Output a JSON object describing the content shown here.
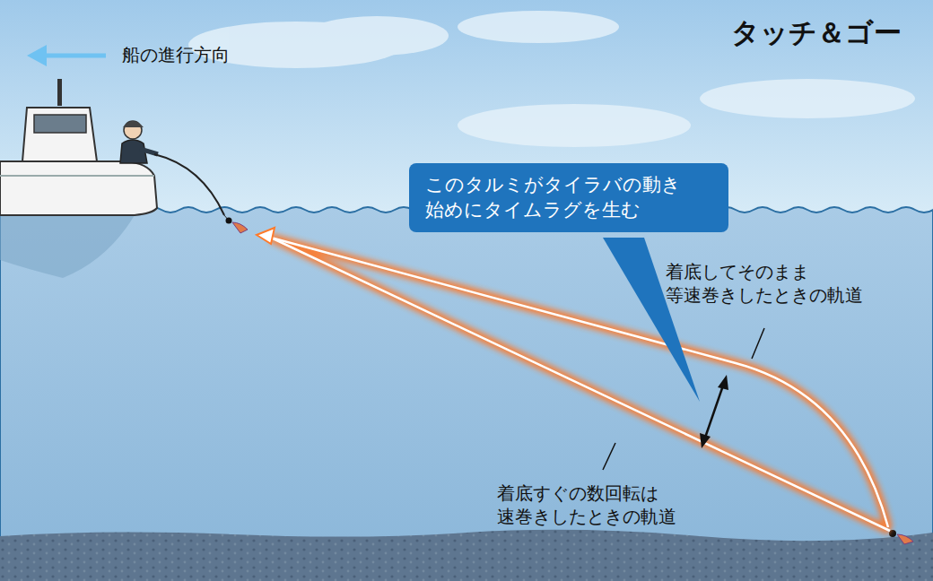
{
  "diagram": {
    "title": "タッチ＆ゴー",
    "nodes": [
      {
        "text": [
          "このタルミがタイラバの動き 始めにタイムラグを生む"
        ]
      }
    ],
    "labels": [
      "船の進行方向",
      "着底してそのまま 等速巻きしたときの軌道",
      "着底すぐの数回転は 速巻きしたときの軌道"
    ]
  }
}
